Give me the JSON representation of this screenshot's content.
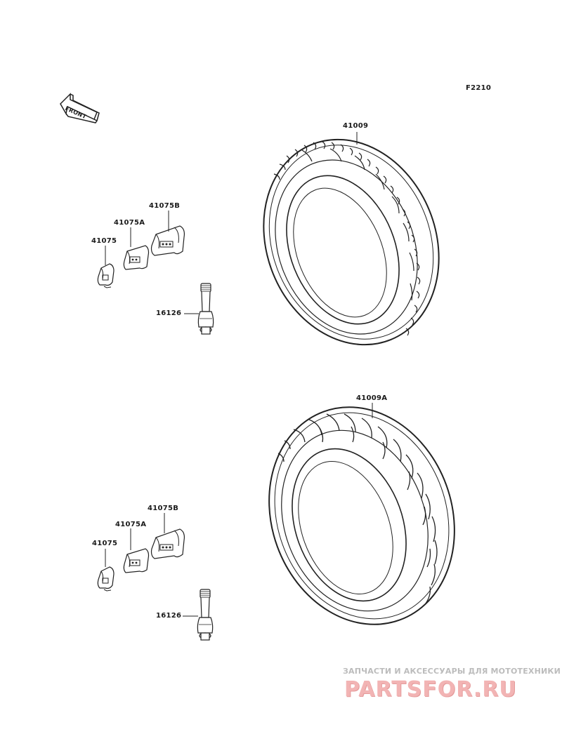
{
  "diagram_id": "F2210",
  "front_label": "FRONT",
  "front_section": {
    "tire_label": "41009",
    "weight_b_label": "41075B",
    "weight_a_label": "41075A",
    "weight_label": "41075",
    "valve_label": "16126"
  },
  "rear_section": {
    "tire_label": "41009A",
    "weight_b_label": "41075B",
    "weight_a_label": "41075A",
    "weight_label": "41075",
    "valve_label": "16126"
  },
  "watermark": {
    "tagline": "ЗАПЧАСТИ И АКСЕССУАРЫ ДЛЯ МОТОТЕХНИКИ",
    "logo": "PARTSFOR.RU"
  }
}
